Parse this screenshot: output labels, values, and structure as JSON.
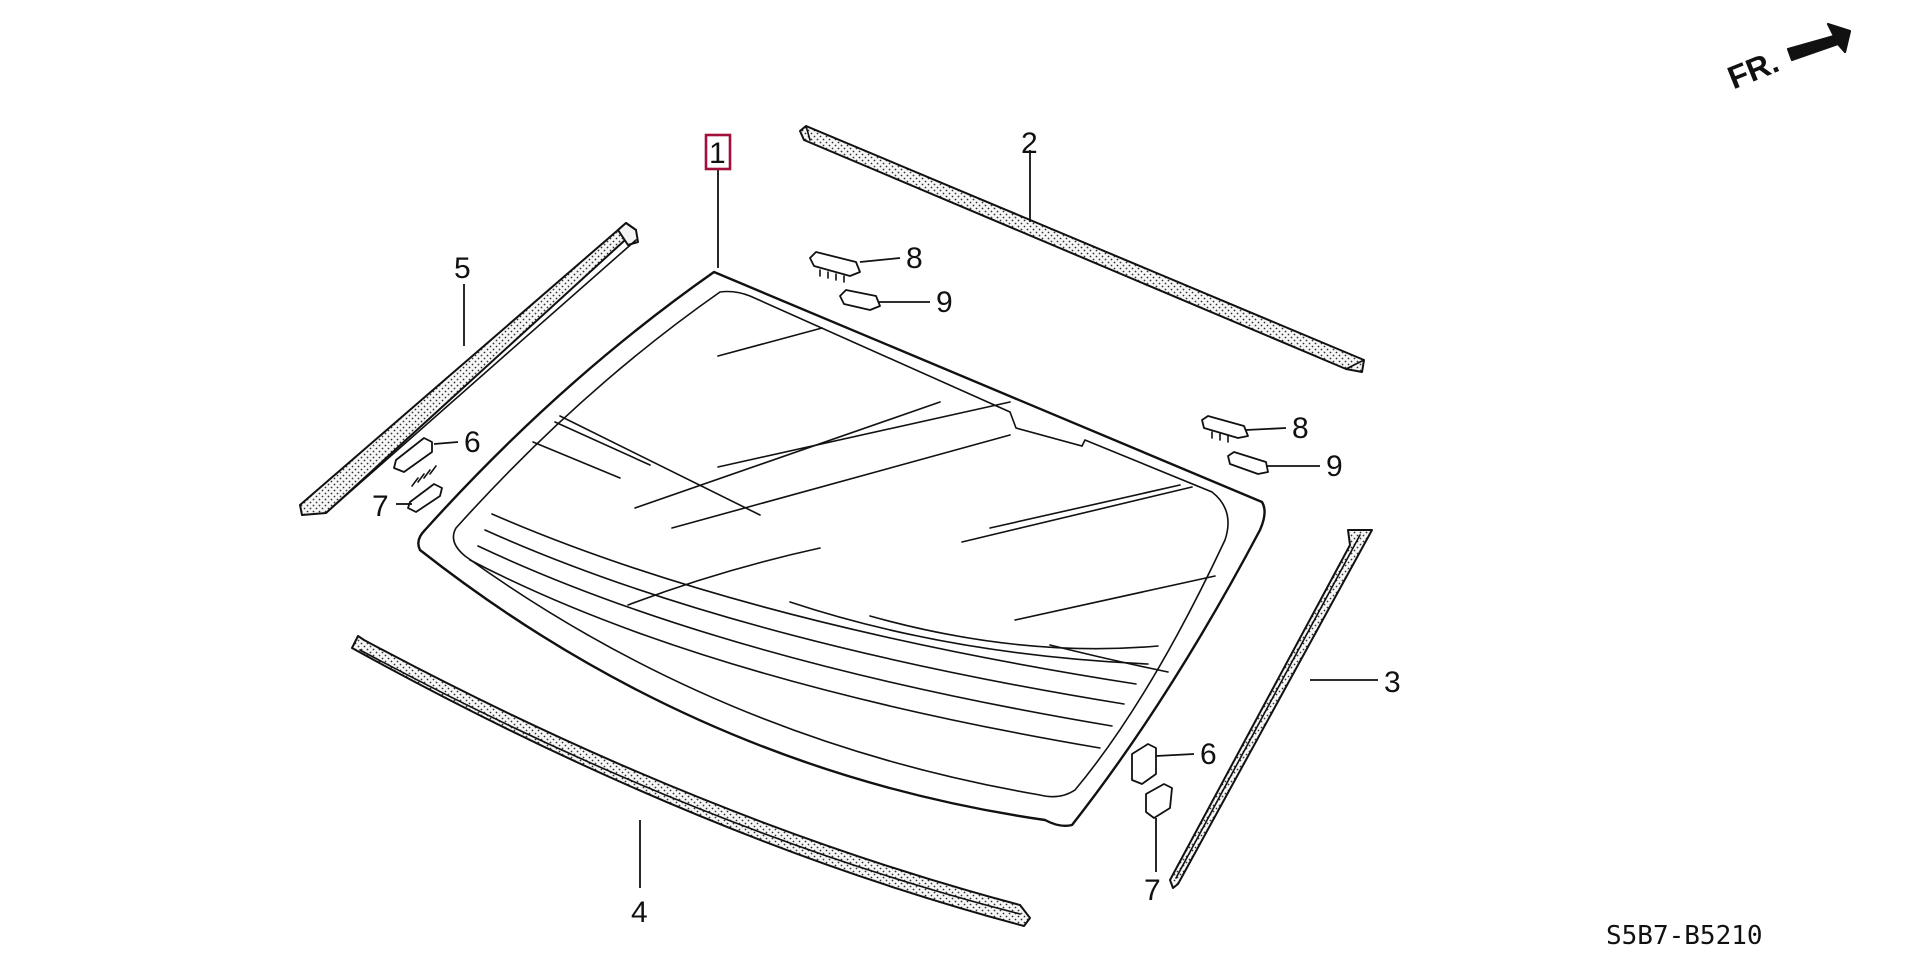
{
  "diagram": {
    "code": "S5B7-B5210",
    "direction_label": "FR.",
    "callouts": {
      "windshield": "1",
      "upper_molding": "2",
      "right_side_molding": "3",
      "lower_molding": "4",
      "left_side_molding": "5",
      "left_clip_6": "6",
      "left_clip_7": "7",
      "right_clip_6": "6",
      "right_clip_7": "7",
      "left_upper_clip_8": "8",
      "left_upper_clip_9": "9",
      "right_upper_clip_8": "8",
      "right_upper_clip_9": "9"
    },
    "colors": {
      "highlight_box": "#a0103a",
      "line": "#111111"
    }
  }
}
